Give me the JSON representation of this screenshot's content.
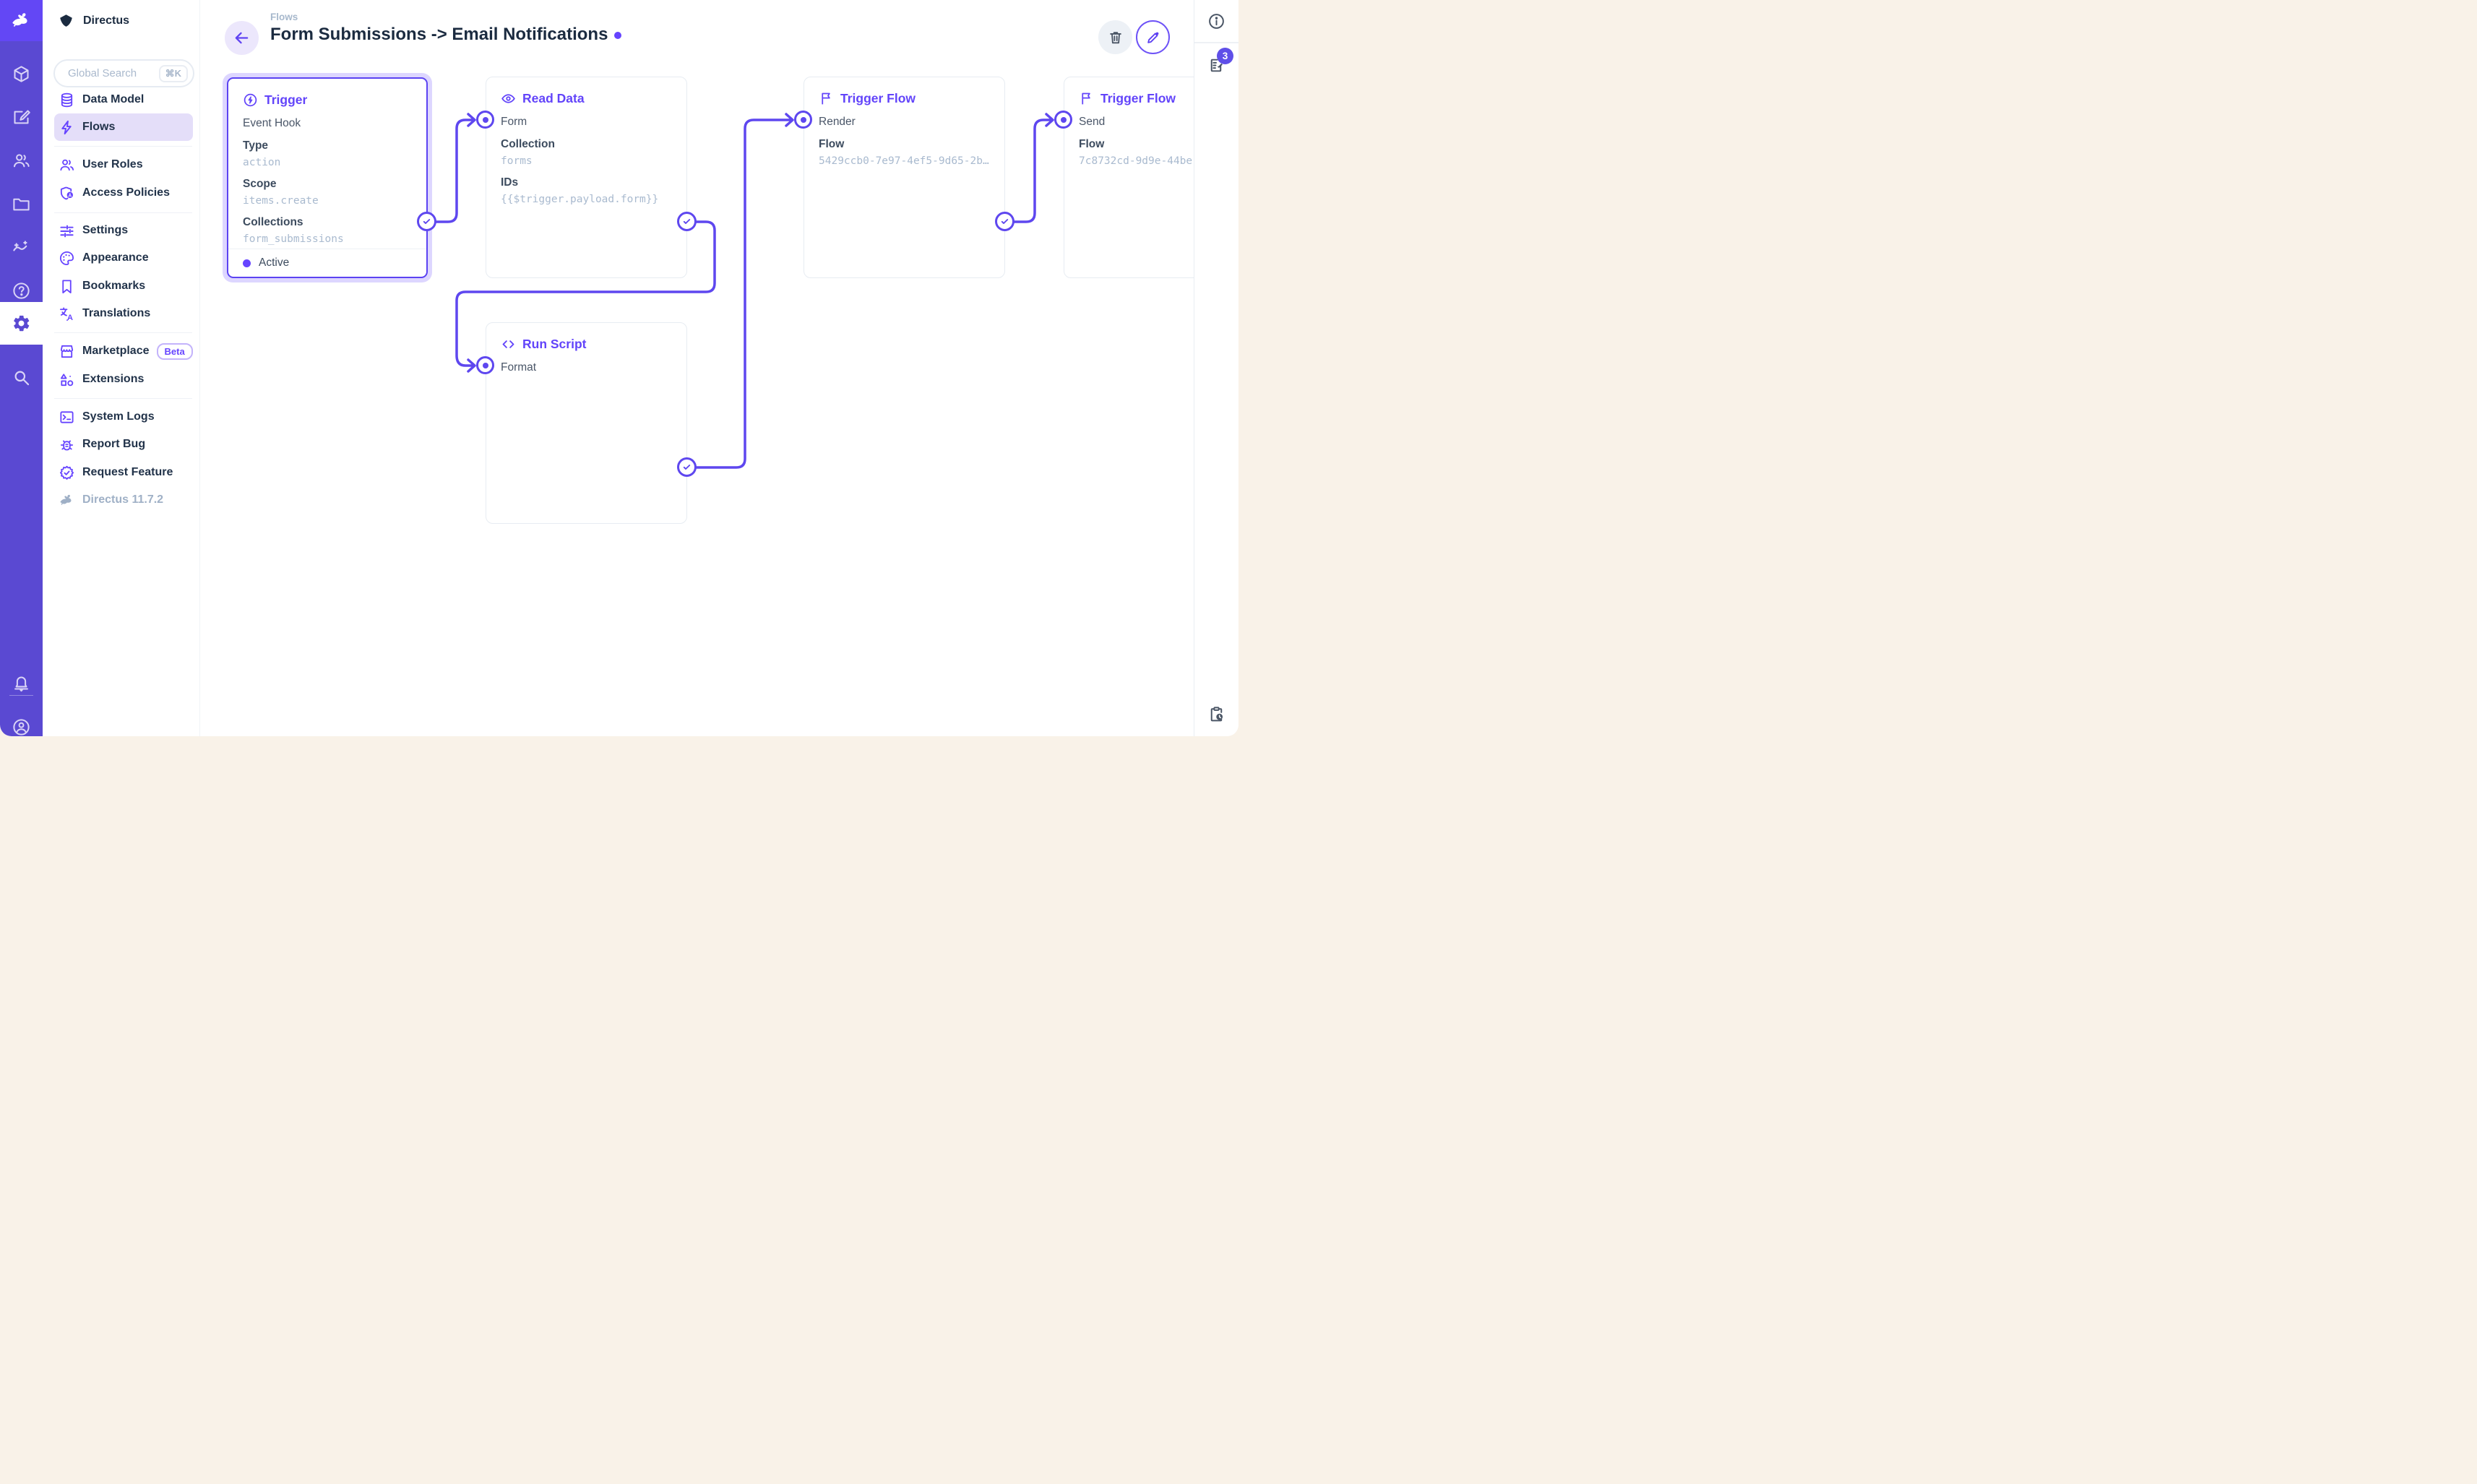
{
  "app": {
    "project_name": "Directus",
    "version": "Directus 11.7.2"
  },
  "module_bar": {
    "icons": [
      "rabbit-logo-icon",
      "content-cube-icon",
      "editor-icon",
      "users-icon",
      "files-folder-icon",
      "insights-icon",
      "help-icon",
      "settings-gear-icon",
      "search-icon",
      "notifications-bell-icon",
      "account-icon"
    ]
  },
  "nav": {
    "search_placeholder": "Global Search",
    "search_shortcut": "⌘K",
    "items": [
      {
        "label": "Data Model"
      },
      {
        "label": "Flows"
      },
      {
        "label": "User Roles"
      },
      {
        "label": "Access Policies"
      },
      {
        "label": "Settings"
      },
      {
        "label": "Appearance"
      },
      {
        "label": "Bookmarks"
      },
      {
        "label": "Translations"
      },
      {
        "label": "Marketplace",
        "badge": "Beta"
      },
      {
        "label": "Extensions"
      },
      {
        "label": "System Logs"
      },
      {
        "label": "Report Bug"
      },
      {
        "label": "Request Feature"
      }
    ]
  },
  "header": {
    "breadcrumb": "Flows",
    "title": "Form Submissions -> Email Notifications"
  },
  "flow": {
    "panels": {
      "trigger": {
        "title": "Trigger",
        "subtitle": "Event Hook",
        "fields": [
          {
            "label": "Type",
            "value": "action"
          },
          {
            "label": "Scope",
            "value": "items.create"
          },
          {
            "label": "Collections",
            "value": "form_submissions"
          }
        ],
        "status": "Active"
      },
      "read_data": {
        "title": "Read Data",
        "input": "Form",
        "fields": [
          {
            "label": "Collection",
            "value": "forms"
          },
          {
            "label": "IDs",
            "value": "{{$trigger.payload.form}}"
          }
        ]
      },
      "run_script": {
        "title": "Run Script",
        "input": "Format"
      },
      "trigger_flow_render": {
        "title": "Trigger Flow",
        "input": "Render",
        "fields": [
          {
            "label": "Flow",
            "value": "5429ccb0-7e97-4ef5-9d65-2b…"
          }
        ]
      },
      "trigger_flow_send": {
        "title": "Trigger Flow",
        "input": "Send",
        "fields": [
          {
            "label": "Flow",
            "value": "7c8732cd-9d9e-44be"
          }
        ]
      }
    }
  },
  "right_sidebar": {
    "notification_count": "3"
  },
  "colors": {
    "accent": "#6644ff",
    "module_bar": "#5a49d2",
    "logo_background": "#6347f5",
    "selected_halo": "rgba(102,68,255,0.22)",
    "value_text": "#a9bacf",
    "dark_text": "#1b2b40"
  }
}
